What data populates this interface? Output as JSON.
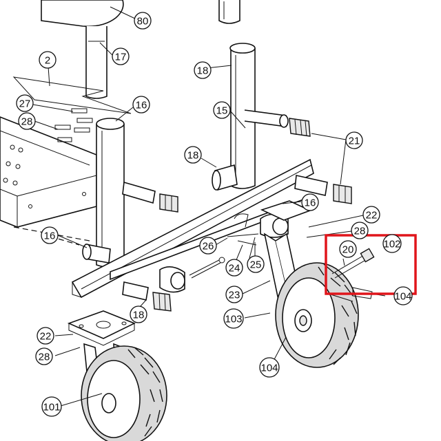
{
  "callouts": [
    {
      "id": "80",
      "label": "80"
    },
    {
      "id": "17",
      "label": "17"
    },
    {
      "id": "2",
      "label": "2"
    },
    {
      "id": "18a",
      "label": "18"
    },
    {
      "id": "16a",
      "label": "16"
    },
    {
      "id": "27",
      "label": "27"
    },
    {
      "id": "28a",
      "label": "28"
    },
    {
      "id": "15",
      "label": "15"
    },
    {
      "id": "21",
      "label": "21"
    },
    {
      "id": "18b",
      "label": "18"
    },
    {
      "id": "16b",
      "label": "16"
    },
    {
      "id": "22a",
      "label": "22"
    },
    {
      "id": "28b",
      "label": "28"
    },
    {
      "id": "16c",
      "label": "16"
    },
    {
      "id": "26",
      "label": "26"
    },
    {
      "id": "20",
      "label": "20"
    },
    {
      "id": "102",
      "label": "102"
    },
    {
      "id": "24",
      "label": "24"
    },
    {
      "id": "25",
      "label": "25"
    },
    {
      "id": "23",
      "label": "23"
    },
    {
      "id": "104a",
      "label": "104"
    },
    {
      "id": "18c",
      "label": "18"
    },
    {
      "id": "103",
      "label": "103"
    },
    {
      "id": "22b",
      "label": "22"
    },
    {
      "id": "28c",
      "label": "28"
    },
    {
      "id": "104b",
      "label": "104"
    },
    {
      "id": "101",
      "label": "101"
    }
  ],
  "highlight_color": "#e0151b"
}
